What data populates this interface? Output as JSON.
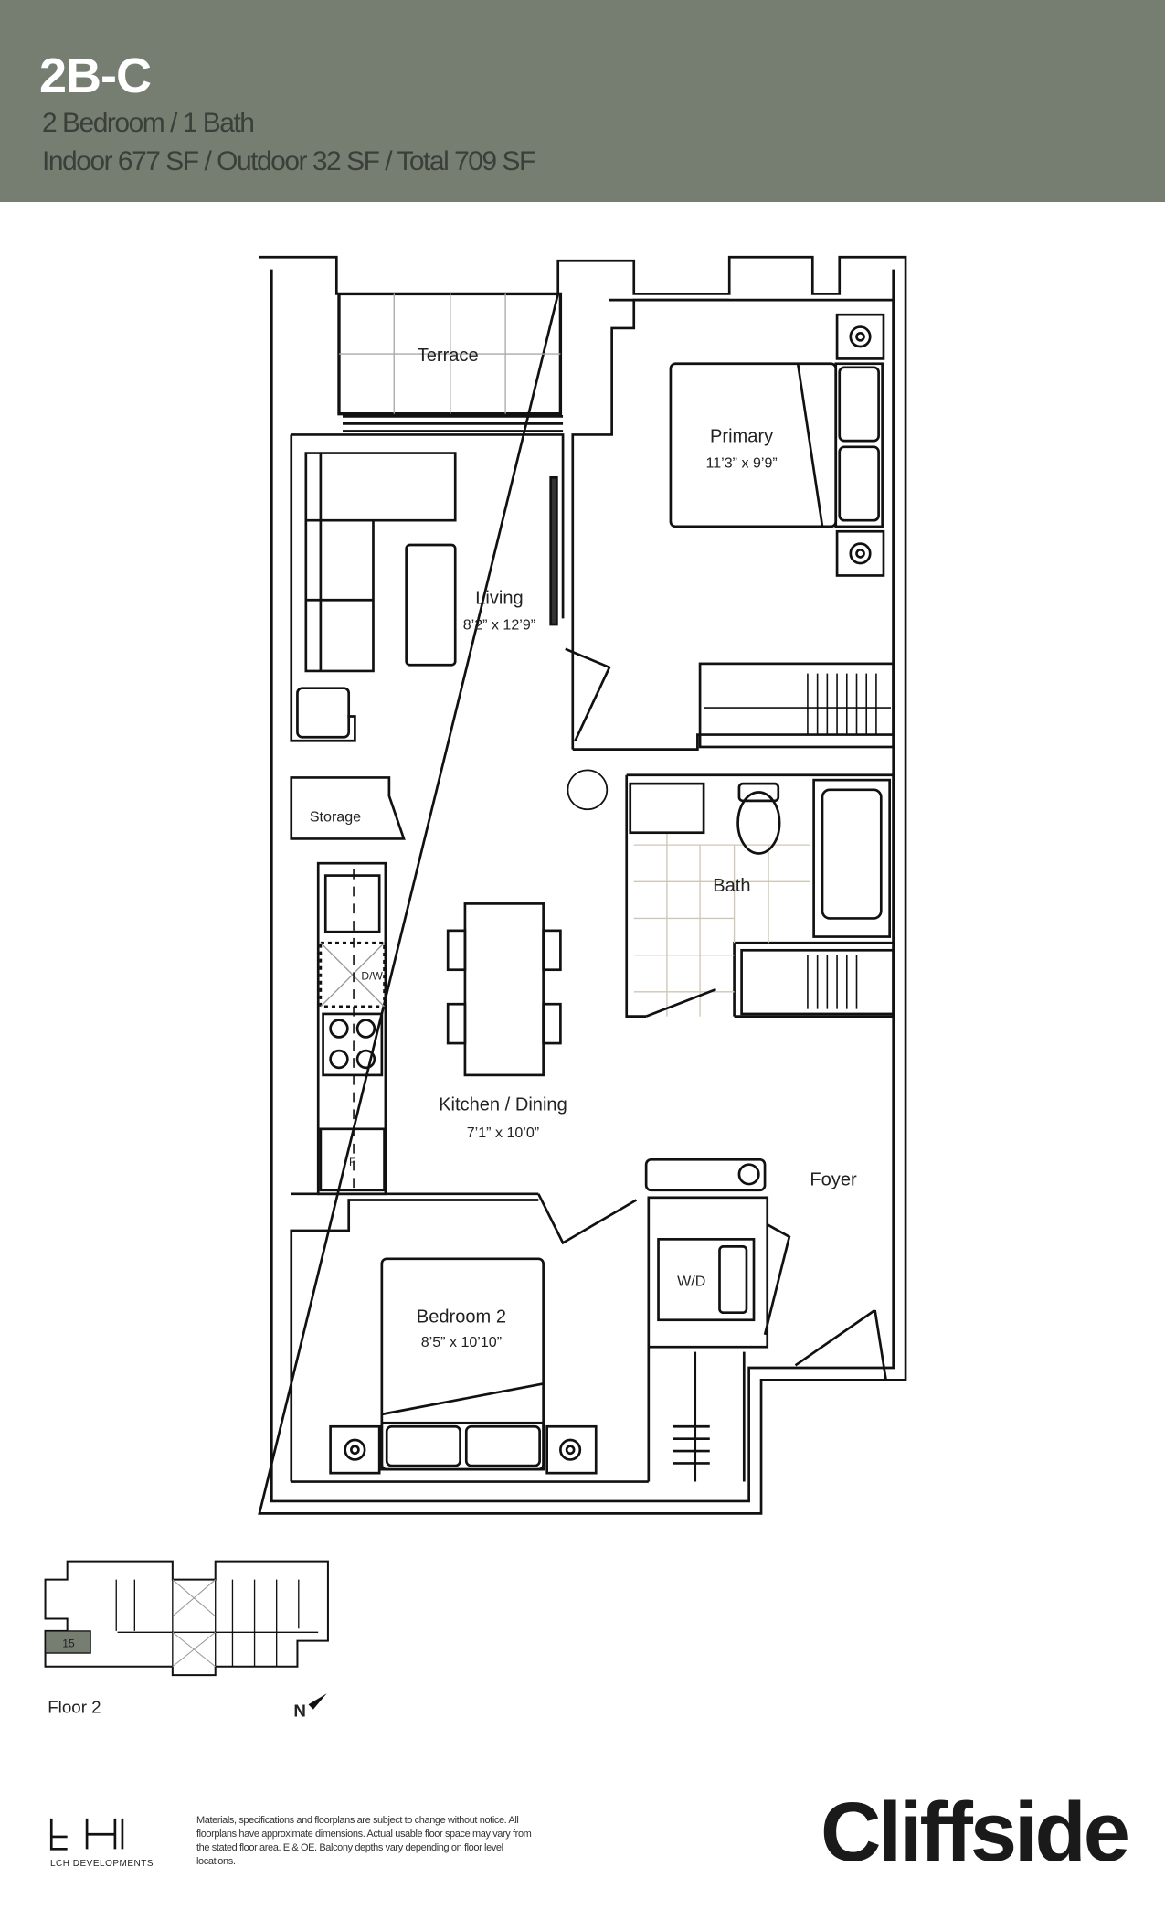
{
  "header": {
    "unit": "2B-C",
    "rooms": "2 Bedroom  /  1 Bath",
    "area": "Indoor 677 SF  /  Outdoor 32 SF  /  Total 709 SF",
    "bg_color": "#767d71"
  },
  "plan": {
    "terrace": "Terrace",
    "primary": {
      "name": "Primary",
      "dims": "11’3” x 9’9”"
    },
    "living": {
      "name": "Living",
      "dims": "8’2” x 12’9”"
    },
    "storage": "Storage",
    "bath": "Bath",
    "dw": "D/W",
    "fridge": "F",
    "kitchen": {
      "name": "Kitchen / Dining",
      "dims": "7’1” x 10’0”"
    },
    "foyer": "Foyer",
    "wd": "W/D",
    "bedroom2": {
      "name": "Bedroom 2",
      "dims": "8’5” x 10’10”"
    }
  },
  "keyplan": {
    "unit_number": "15",
    "floor": "Floor 2",
    "north": "N",
    "highlight_color": "#767d71"
  },
  "footer": {
    "developer": "LCH DEVELOPMENTS",
    "disclaimer": "Materials, specifications and floorplans are subject to change without notice. All floorplans have approximate dimensions. Actual usable floor space may vary from the stated floor area. E & OE. Balcony depths vary depending on floor level locations.",
    "brand": "Cliffside"
  }
}
